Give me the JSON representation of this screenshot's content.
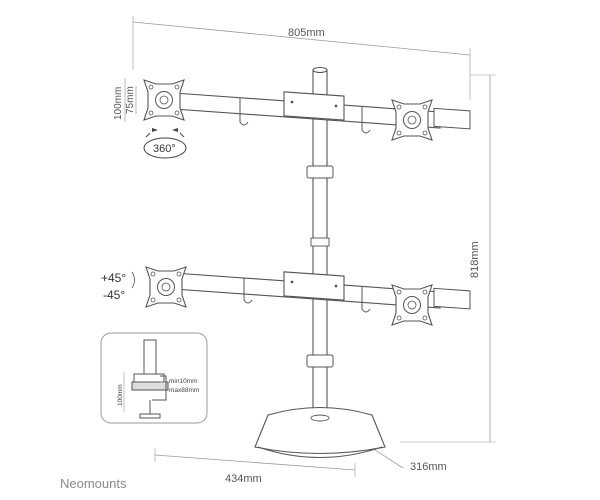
{
  "dimensions": {
    "width_total": "805mm",
    "height_total": "818mm",
    "base_width": "434mm",
    "base_depth": "316mm",
    "vesa_outer": "100mm",
    "vesa_inner": "75mm"
  },
  "rotation": "360°",
  "tilt": {
    "up": "+45°",
    "down": "-45°"
  },
  "inset": {
    "clamp_height": "100mm",
    "min_label": "min10mm",
    "max_label": "max88mm"
  },
  "brand": "Neomounts",
  "colors": {
    "stroke": "#555555",
    "dim_line": "#9a9a9a",
    "brand": "#8a8a8a"
  }
}
